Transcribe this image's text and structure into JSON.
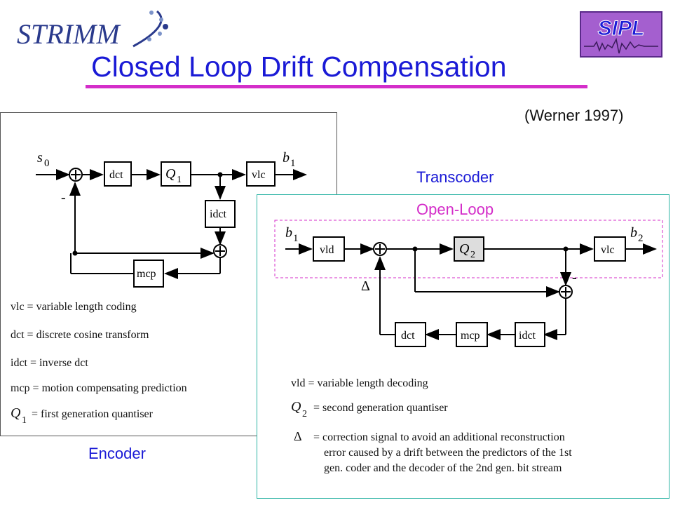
{
  "header": {
    "strimm_logo_text": "STRIMM",
    "sipl_logo_text": "SIPL",
    "title": "Closed Loop Drift Compensation",
    "citation": "(Werner 1997)"
  },
  "captions": {
    "transcoder": "Transcoder",
    "open_loop": "Open-Loop",
    "encoder": "Encoder"
  },
  "encoder": {
    "input_symbol": "s",
    "input_sub": "0",
    "output_symbol": "b",
    "output_sub": "1",
    "minus_sign": "-",
    "blocks": {
      "dct": "dct",
      "q_symbol": "Q",
      "q_sub": "1",
      "vlc": "vlc",
      "idct": "idct",
      "mcp": "mcp"
    },
    "legend": [
      {
        "term": "vlc",
        "eq": " = variable length coding"
      },
      {
        "term": "dct",
        "eq": " = discrete cosine transform"
      },
      {
        "term": "idct",
        "eq": " = inverse dct"
      },
      {
        "term": "mcp",
        "eq": " = motion compensating prediction"
      },
      {
        "term_symbol": "Q",
        "term_sub": "1",
        "eq": " = first generation quantiser"
      }
    ]
  },
  "transcoder": {
    "input_symbol": "b",
    "input_sub": "1",
    "output_symbol": "b",
    "output_sub": "2",
    "minus_sign": "-",
    "delta": "Δ",
    "blocks": {
      "vld": "vld",
      "q_symbol": "Q",
      "q_sub": "2",
      "vlc": "vlc",
      "dct": "dct",
      "mcp": "mcp",
      "idct": "idct"
    },
    "legend": [
      {
        "term": "vld",
        "eq": " = variable length decoding"
      },
      {
        "term_symbol": "Q",
        "term_sub": "2",
        "eq": " = second generation quantiser"
      },
      {
        "term": "Δ",
        "eq_lines": [
          " = correction signal to avoid an additional reconstruction",
          "error caused by a drift between the predictors of the 1st",
          "gen. coder and the decoder of the 2nd gen. bit stream"
        ]
      }
    ]
  },
  "colors": {
    "title": "#1a1ad6",
    "title_rule": "#d42ec9",
    "caption_blue": "#1a1ad6",
    "caption_magenta": "#d42ec9",
    "open_loop_box": "#d42ec9",
    "transcoder_panel_border": "#2cb4a4"
  }
}
